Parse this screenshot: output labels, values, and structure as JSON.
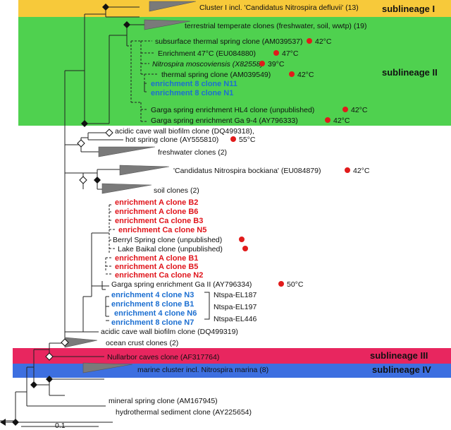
{
  "sublineages": {
    "I": "sublineage I",
    "II": "sublineage II",
    "III": "sublineage III",
    "IV": "sublineage IV"
  },
  "colors": {
    "band_I": "#f7c93a",
    "band_II": "#4fd14f",
    "band_III": "#e8265f",
    "band_IV": "#3d6fe0",
    "enrichment_red": "#e0141b",
    "enrichment_blue": "#1c6fd1",
    "temp_dot": "#e11b1b"
  },
  "clades": {
    "cluster1": "Cluster I incl. 'Candidatus Nitrospira defluvii' (13)",
    "terrestrial": "terrestrial temperate clones (freshwater, soil, wwtp) (19)",
    "freshwater": "freshwater clones (2)",
    "soil": "soil clones (2)",
    "ocean": "ocean crust clones (2)",
    "marine": "marine cluster incl. Nitrospira marina (8)"
  },
  "leaves": {
    "subsurface": "subsurface thermal spring clone (AM039537)",
    "enrichment47": "Enrichment 47°C (EU084880)",
    "moscoviensis": "Nitrospira moscoviensis (X82558)",
    "thermal": "thermal spring clone (AM039549)",
    "e8n11": "enrichment 8 clone N11",
    "e8n1": "enrichment 8 clone N1",
    "gargahl4": "Garga spring enrichment HL4 clone (unpublished)",
    "garga94": "Garga spring enrichment Ga 9-4 (AY796333)",
    "acidic1": "acidic cave wall biofilm clone (DQ499318),",
    "hotspring": "hot spring clone (AY555810)",
    "bockiana": "'Candidatus Nitrospira bockiana' (EU084879)",
    "eAB2": "enrichment A clone B2",
    "eAB6": "enrichment A clone B6",
    "eCaB3": "enrichment Ca clone B3",
    "eCaN5": "enrichment Ca clone N5",
    "berryl": "Berryl Spring clone (unpublished)",
    "baikal": "Lake Baikal clone (unpublished)",
    "eAB1": "enrichment A clone B1",
    "eAB5": "enrichment A clone B5",
    "eCaN2": "enrichment Ca clone N2",
    "gargaII": "Garga spring enrichment Ga II (AY796334)",
    "e4N3": "enrichment 4 clone N3",
    "e8B1": "enrichment 8 clone B1",
    "e4N6": "enrichment 4 clone N6",
    "e8N7": "enrichment 8 clone N7",
    "acidic2": "acidic cave wall biofilm clone (DQ499319)",
    "nullarbor": "Nullarbor caves clone (AF317764)",
    "mineral": "mineral spring clone (AM167945)",
    "hydro": "hydrothermal sediment clone (AY225654)"
  },
  "temperatures": {
    "subsurface": "42°C",
    "enrichment47": "47°C",
    "moscoviensis": "39°C",
    "thermal": "42°C",
    "gargahl4": "42°C",
    "garga94": "42°C",
    "hotspring": "55°C",
    "bockiana": "42°C",
    "gargaII": "50°C"
  },
  "ntspa": [
    "Ntspa-EL187",
    "Ntspa-EL197",
    "Ntspa-EL446"
  ],
  "scale_bar": "0.1"
}
